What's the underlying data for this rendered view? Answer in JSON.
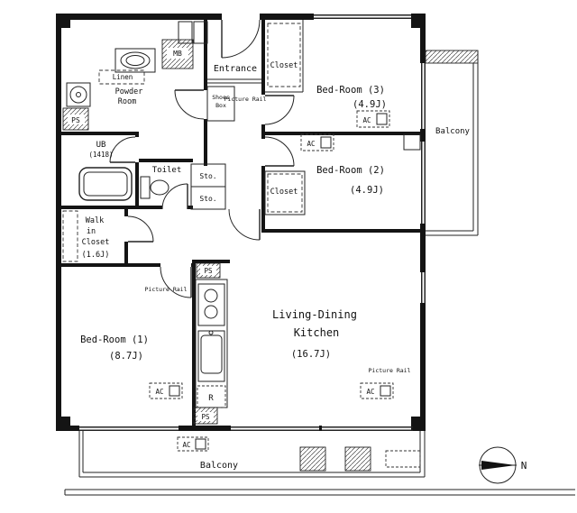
{
  "title": "Apartment floor plan",
  "colors": {
    "wall": "#141414",
    "line": "#222222"
  },
  "rooms": {
    "entrance": {
      "label": "Entrance"
    },
    "bedroom3": {
      "label": "Bed-Room (3)",
      "size": "(4.9J)"
    },
    "bedroom2": {
      "label": "Bed-Room (2)",
      "size": "(4.9J)"
    },
    "bedroom1": {
      "label": "Bed-Room (1)",
      "size": "(8.7J)"
    },
    "ldk": {
      "line1": "Living-Dining",
      "line2": "Kitchen",
      "size": "(16.7J)"
    },
    "balcony_right": {
      "label": "Balcony"
    },
    "balcony_bottom": {
      "label": "Balcony"
    },
    "closet_top": {
      "label": "Closet"
    },
    "closet_mid": {
      "label": "Closet"
    },
    "walk_in_closet": {
      "line1": "Walk",
      "line2": "in",
      "line3": "Closet",
      "line4": "(1.6J)"
    },
    "powder_room": {
      "line1": "Powder",
      "line2": "Room"
    },
    "linen": {
      "label": "Linen"
    },
    "ub": {
      "label": "UB",
      "size": "(1418)"
    },
    "toilet": {
      "label": "Toilet"
    },
    "storage": {
      "label": "Sto."
    },
    "shoes_box": {
      "line1": "Shoes",
      "line2": "Box"
    }
  },
  "fixtures": {
    "mb": "MB",
    "ps": "PS",
    "refrigerator": "R",
    "ac": "AC",
    "picture_rail": "Picture Rail"
  },
  "compass": {
    "north": "N"
  }
}
